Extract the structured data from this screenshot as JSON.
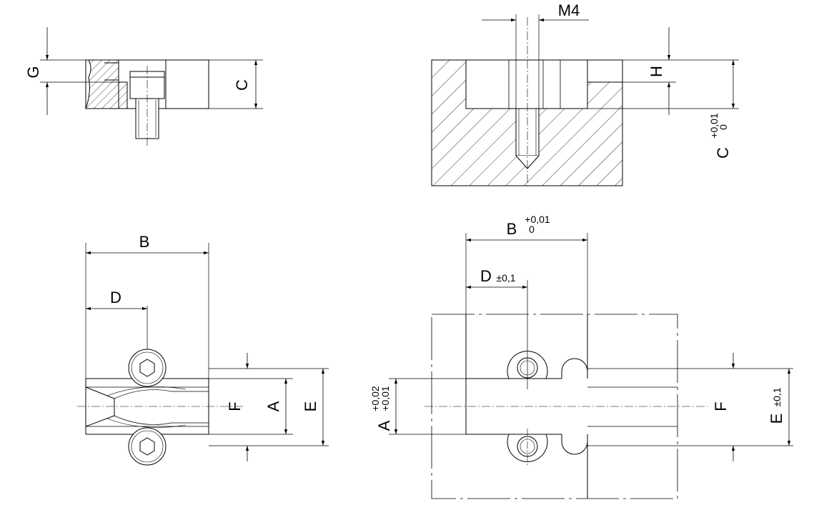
{
  "views": {
    "side_clamp": {
      "dim_g": "G",
      "dim_c": "C"
    },
    "section": {
      "dim_m4": "M4",
      "dim_h": "H",
      "dim_c": "C",
      "tol_c_upper": "+0,01",
      "tol_c_lower": "0"
    },
    "top_clamp": {
      "dim_b": "B",
      "dim_d": "D",
      "dim_f": "F",
      "dim_a": "A",
      "dim_e": "E"
    },
    "pocket_plan": {
      "dim_b": "B",
      "tol_b_upper": "+0,01",
      "tol_b_lower": "0",
      "dim_d": "D",
      "tol_d": "±0,1",
      "dim_a": "A",
      "tol_a_upper": "+0,02",
      "tol_a_lower": "+0,01",
      "dim_f": "F",
      "dim_e": "E",
      "tol_e": "±0,1"
    }
  }
}
